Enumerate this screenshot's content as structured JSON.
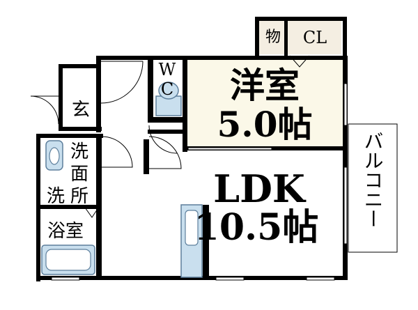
{
  "rooms": {
    "western_room": {
      "name": "洋室",
      "size": "5.0帖"
    },
    "ldk": {
      "name": "LDK",
      "size": "10.5帖"
    },
    "storage": "物",
    "closet": "CL",
    "toilet": {
      "w": "W",
      "c": "C"
    },
    "entrance": "玄",
    "washroom": {
      "col1": "洗",
      "col2": [
        "面",
        "所"
      ]
    },
    "washer": "洗",
    "bathroom": "浴室",
    "balcony": "バルコニー"
  },
  "colors": {
    "wall": "#000000",
    "western_room_floor": "#fbf8e8",
    "storage_floor": "#f4eee2",
    "fixture_blue": "#c9dfee",
    "fixture_outline": "#5d7f9c",
    "background": "#ffffff"
  }
}
